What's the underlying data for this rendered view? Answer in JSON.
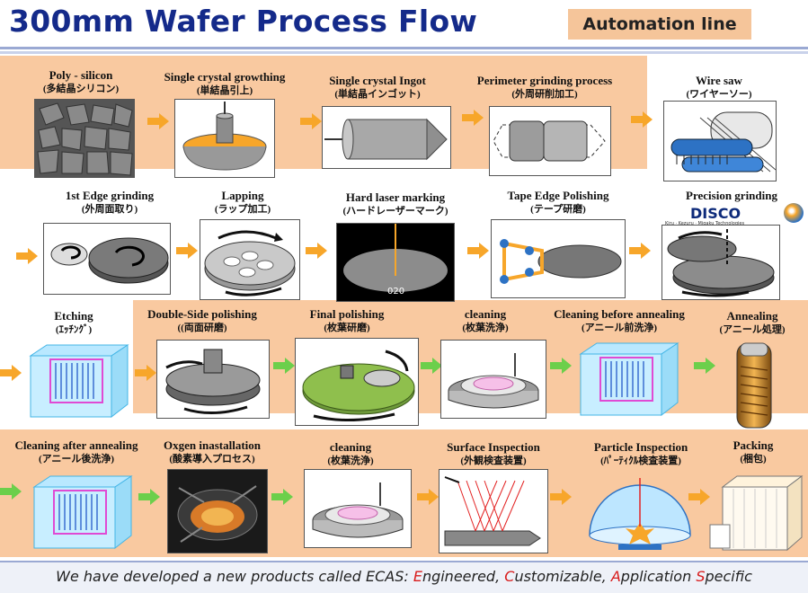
{
  "header": {
    "title": "300mm Wafer Process Flow",
    "badge": "Automation line"
  },
  "colors": {
    "band": "#f9c9a0",
    "arrow_orange": "#f7a62a",
    "arrow_green": "#6ccf4b",
    "title": "#142a8a"
  },
  "steps": [
    {
      "id": "poly-silicon",
      "name": "Poly - silicon",
      "sub": "(多結晶シリコン)",
      "icon": "poly-silicon-icon"
    },
    {
      "id": "crystal-growth",
      "name": "Single crystal growthing",
      "sub": "(単結晶引上)",
      "icon": "crystal-growth-icon"
    },
    {
      "id": "ingot",
      "name": "Single crystal Ingot",
      "sub": "(単結晶インゴット)",
      "icon": "ingot-icon"
    },
    {
      "id": "perimeter",
      "name": "Perimeter grinding process",
      "sub": "(外周研削加工)",
      "icon": "perimeter-grinding-icon"
    },
    {
      "id": "wire-saw",
      "name": "Wire saw",
      "sub": "(ワイヤーソー)",
      "icon": "wire-saw-icon"
    },
    {
      "id": "edge-grinding",
      "name": "1st Edge grinding",
      "sub": "(外周面取り)",
      "icon": "edge-grinding-icon"
    },
    {
      "id": "lapping",
      "name": "Lapping",
      "sub": "(ラップ加工)",
      "icon": "lapping-icon"
    },
    {
      "id": "laser-marking",
      "name": "Hard laser marking",
      "sub": "(ハードレーザーマーク)",
      "icon": "laser-marking-icon",
      "mark": "020"
    },
    {
      "id": "tape-polish",
      "name": "Tape Edge Polishing",
      "sub": "(テープ研磨)",
      "icon": "tape-polish-icon"
    },
    {
      "id": "precision",
      "name": "Precision grinding",
      "sub": "",
      "icon": "precision-grinding-icon",
      "logo": "DISCO",
      "logo_sub": "Kiru · Kezuru · Migaku Technologies"
    },
    {
      "id": "etching",
      "name": "Etching",
      "sub": "(ｴｯﾁﾝｸﾞ)",
      "icon": "etching-icon"
    },
    {
      "id": "double-side",
      "name": "Double-Side polishing",
      "sub": "((両面研磨)",
      "icon": "double-side-polish-icon"
    },
    {
      "id": "final-polish",
      "name": "Final polishing",
      "sub": "(枚葉研磨)",
      "icon": "final-polish-icon"
    },
    {
      "id": "cleaning1",
      "name": "cleaning",
      "sub": "(枚葉洗浄)",
      "icon": "cleaning-icon"
    },
    {
      "id": "pre-anneal-clean",
      "name": "Cleaning before annealing",
      "sub": "(アニール前洗浄)",
      "icon": "pre-anneal-clean-icon"
    },
    {
      "id": "annealing",
      "name": "Annealing",
      "sub": "(アニール処理)",
      "icon": "annealing-icon"
    },
    {
      "id": "post-anneal-clean",
      "name": "Cleaning after annealing",
      "sub": "(アニール後洗浄)",
      "icon": "post-anneal-clean-icon"
    },
    {
      "id": "oxygen",
      "name": "Oxgen inastallation",
      "sub": "(酸素導入プロセス)",
      "icon": "oxygen-install-icon"
    },
    {
      "id": "cleaning2",
      "name": "cleaning",
      "sub": "(枚葉洗浄)",
      "icon": "cleaning-icon"
    },
    {
      "id": "surface-insp",
      "name": "Surface Inspection",
      "sub": "(外観検査装置)",
      "icon": "surface-inspection-icon"
    },
    {
      "id": "particle-insp",
      "name": "Particle Inspection",
      "sub": "(ﾊﾟｰﾃｨｸﾙ検査装置)",
      "icon": "particle-inspection-icon"
    },
    {
      "id": "packing",
      "name": "Packing",
      "sub": "(梱包)",
      "icon": "packing-icon"
    }
  ],
  "footer": {
    "p1": "We have developed  a new products called ECAS: ",
    "e": "E",
    "e_rest": "ngineered, ",
    "c": "C",
    "c_rest": "ustomizable, ",
    "a": "A",
    "a_rest": "pplication ",
    "s": "S",
    "s_rest": "pecific"
  }
}
